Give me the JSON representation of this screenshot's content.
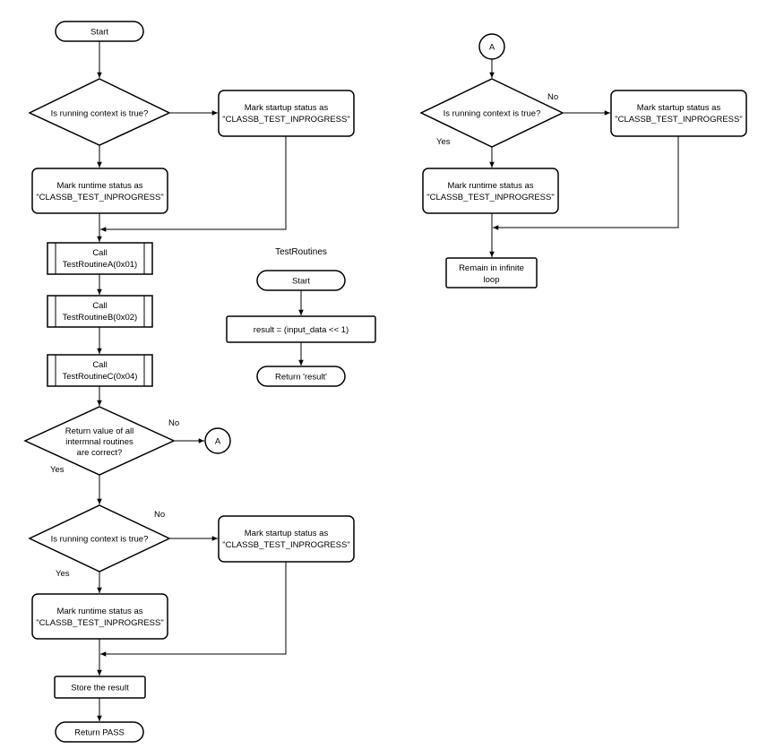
{
  "labels": {
    "yes": "Yes",
    "no": "No"
  },
  "main_flow": {
    "start": "Start",
    "decision1": "Is running context is true?",
    "startup_status1": [
      "Mark startup status as",
      "\"CLASSB_TEST_INPROGRESS\""
    ],
    "runtime_status1": [
      "Mark runtime status as",
      "\"CLASSB_TEST_INPROGRESS\""
    ],
    "call_a": [
      "Call",
      "TestRoutineA(0x01)"
    ],
    "call_b": [
      "Call",
      "TestRoutineB(0x02)"
    ],
    "call_c": [
      "Call",
      "TestRoutineC(0x04)"
    ],
    "decision_return": [
      "Return value of all",
      "intermnal routines",
      "are correct?"
    ],
    "connector_a": "A",
    "decision2": "Is running context is true?",
    "startup_status2": [
      "Mark startup status as",
      "\"CLASSB_TEST_INPROGRESS\""
    ],
    "runtime_status2": [
      "Mark runtime status as",
      "\"CLASSB_TEST_INPROGRESS\""
    ],
    "store_result": "Store the result",
    "return_pass": "Return PASS"
  },
  "test_routines": {
    "title": "TestRoutines",
    "start": "Start",
    "compute": "result = (input_data << 1)",
    "return": "Return 'result'"
  },
  "failure_flow": {
    "connector_a": "A",
    "decision": "Is running context is true?",
    "startup_status": [
      "Mark startup status as",
      "\"CLASSB_TEST_INPROGRESS\""
    ],
    "runtime_status": [
      "Mark runtime status as",
      "\"CLASSB_TEST_INPROGRESS\""
    ],
    "infinite_loop": [
      "Remain in infinite",
      "loop"
    ]
  }
}
